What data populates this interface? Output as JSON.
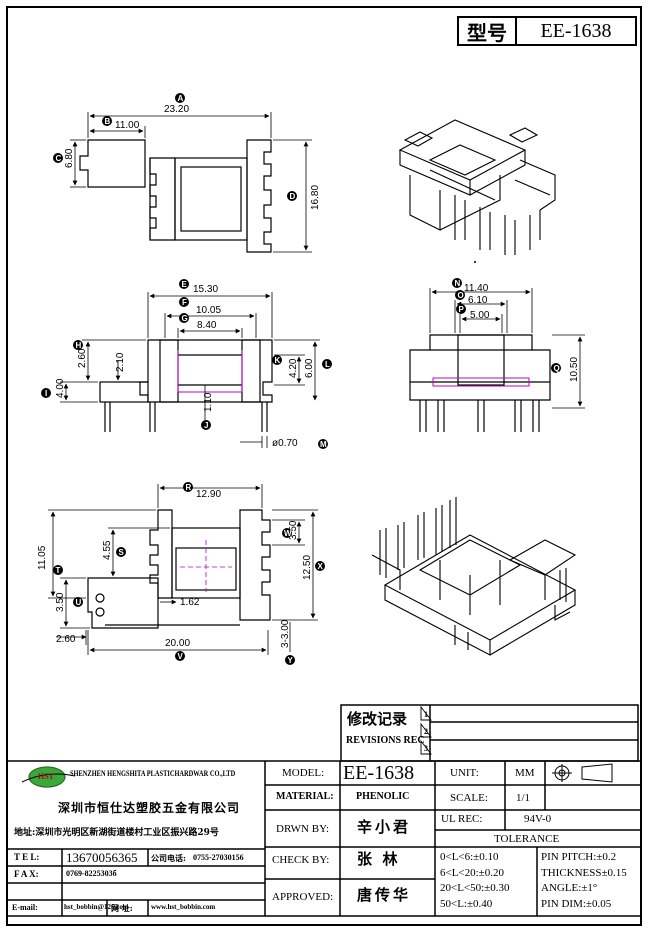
{
  "title_block": {
    "model_label": "型号",
    "model_value": "EE-1638",
    "revisions_cn": "修改记录",
    "revisions_en": "REVISIONS REC",
    "rev_marks": [
      "1",
      "2",
      "3"
    ],
    "company_logo": "HST",
    "company_en": "SHENZHEN HENGSHITA PLASTICHARDWAR CO.,LTD",
    "company_cn": "深圳市恒仕达塑胶五金有限公司",
    "address": "地址:深圳市光明区新湖街道楼村工业区振兴路29号",
    "tel_label": "T E L:",
    "tel_value": "13670056365",
    "company_phone_label": "公司电话:",
    "company_phone_value": "0755-27030156",
    "fax_label": "F A X:",
    "fax_value": "0769-8225303б",
    "email_label": "E-mail:",
    "email_value": "hst_bobbin@126.com",
    "web_label": "网 址:",
    "web_value": "www.hst_bobbin.com",
    "model_row_label": "MODEL:",
    "model_row_value": "EE-1638",
    "material_label": "MATERIAL:",
    "material_value": "PHENOLIC",
    "drawn_label": "DRWN BY:",
    "drawn_value": "辛小君",
    "check_label": "CHECK BY:",
    "check_value": "张  林",
    "approved_label": "APPROVED:",
    "approved_value": "唐传华",
    "unit_label": "UNIT:",
    "unit_value": "MM",
    "scale_label": "SCALE:",
    "scale_value": "1/1",
    "ul_label": "UL REC:",
    "ul_value": "94V-0",
    "tolerance_label": "TOLERANCE",
    "tolerances": [
      "0<L<6:±0.10",
      "6<L<20:±0.20",
      "20<L<50:±0.30",
      "50<L:±0.40"
    ],
    "specs": [
      "PIN PITCH:±0.2",
      "THICKNESS±0.15",
      "ANGLE:±1°",
      "PIN DIM:±0.05"
    ]
  },
  "dimensions": {
    "A": "23.20",
    "B": "11.00",
    "C": "6.80",
    "D": "16.80",
    "E": "15.30",
    "F": "10.05",
    "G": "8.40",
    "H": "2.60",
    "I": "4.00",
    "J": "1.10",
    "K": "4.20",
    "L": "6.00",
    "M": "ø0.70",
    "N": "11.40",
    "O": "6.10",
    "P": "5.00",
    "Q": "10.50",
    "R": "12.90",
    "S": "4.55",
    "T": "11.05",
    "U": "3.50",
    "V": "20.00",
    "W": "3.50",
    "X": "12.50",
    "Y": "3-3.00",
    "extra_210": "2.10",
    "extra_162": "1.62",
    "extra_260b": "2.60"
  }
}
